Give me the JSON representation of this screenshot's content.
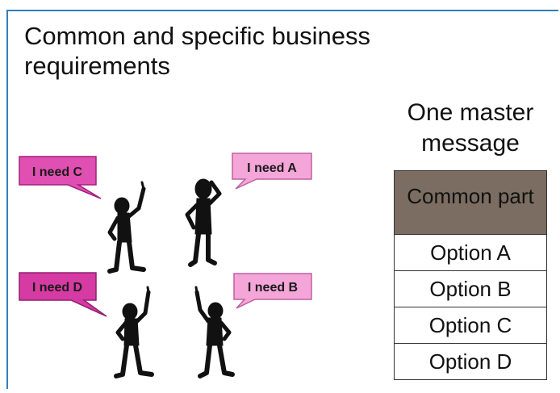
{
  "title": "Common and specific business requirements",
  "master": {
    "label_line1": "One master",
    "label_line2": "message",
    "common_part": "Common part",
    "options": [
      "Option A",
      "Option B",
      "Option C",
      "Option D"
    ],
    "colors": {
      "common_fill": "#7b6d61",
      "border": "#333333"
    }
  },
  "bubbles": [
    {
      "text": "I need C",
      "fill": "#e04fb2"
    },
    {
      "text": "I need A",
      "fill": "#f4a6d8"
    },
    {
      "text": "I need D",
      "fill": "#d63aa3"
    },
    {
      "text": "I need B",
      "fill": "#f4a6d8"
    }
  ],
  "icons": [
    "person-pointing-icon",
    "person-thinking-icon",
    "person-pointing-icon",
    "person-pointing-icon"
  ],
  "frame_color": "#2f7fbf"
}
